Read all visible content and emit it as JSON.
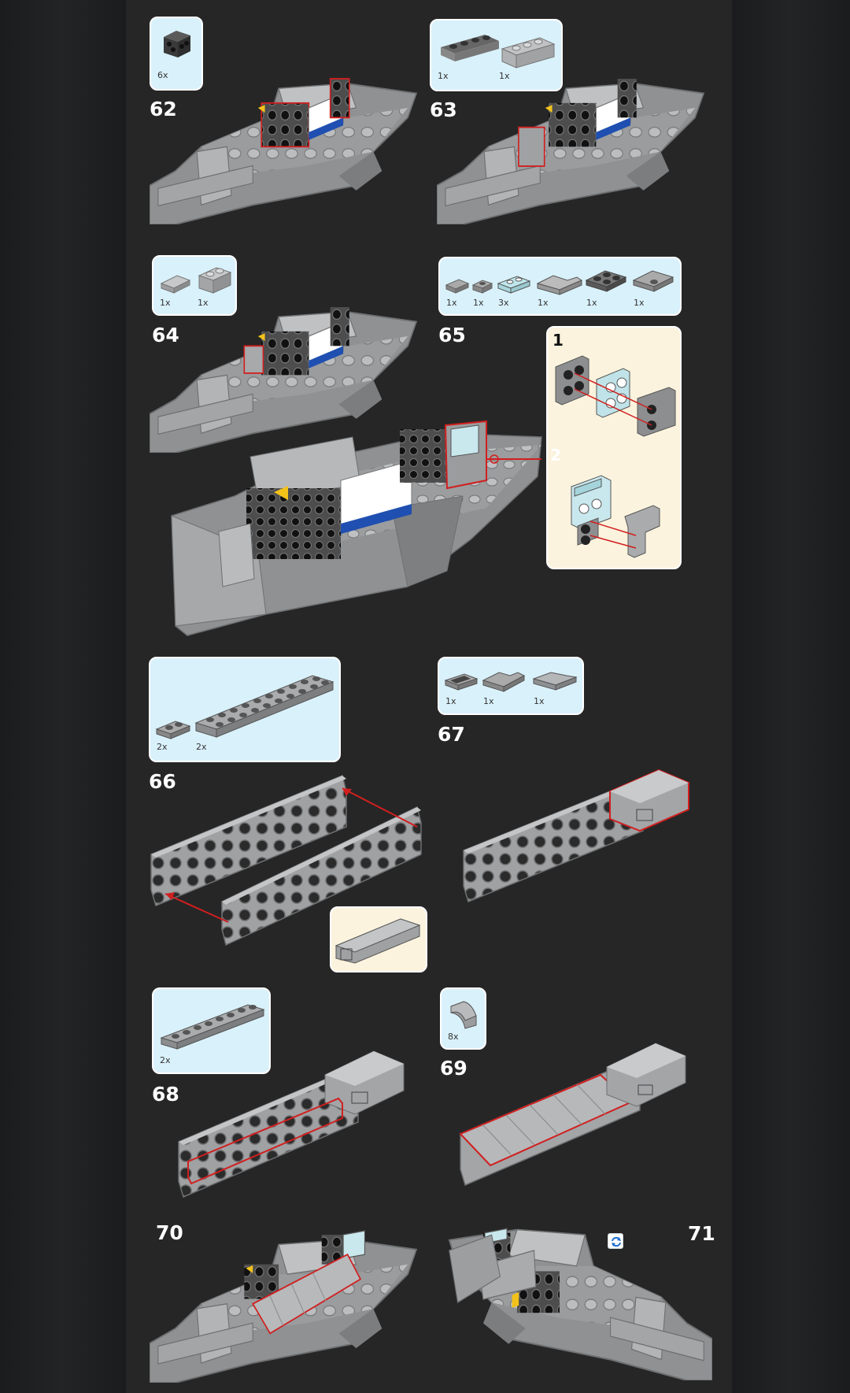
{
  "steps": [
    {
      "number": "62",
      "parts": [
        {
          "count": "6x"
        }
      ]
    },
    {
      "number": "63",
      "parts": [
        {
          "count": "1x"
        },
        {
          "count": "1x"
        }
      ]
    },
    {
      "number": "64",
      "parts": [
        {
          "count": "1x"
        },
        {
          "count": "1x"
        }
      ]
    },
    {
      "number": "65",
      "parts": [
        {
          "count": "1x"
        },
        {
          "count": "1x"
        },
        {
          "count": "3x"
        },
        {
          "count": "1x"
        },
        {
          "count": "1x"
        },
        {
          "count": "1x"
        }
      ],
      "substeps": [
        "1",
        "2"
      ]
    },
    {
      "number": "66",
      "parts": [
        {
          "count": "2x"
        },
        {
          "count": "2x"
        }
      ]
    },
    {
      "number": "67",
      "parts": [
        {
          "count": "1x"
        },
        {
          "count": "1x"
        },
        {
          "count": "1x"
        }
      ]
    },
    {
      "number": "68",
      "parts": [
        {
          "count": "2x"
        }
      ]
    },
    {
      "number": "69",
      "parts": [
        {
          "count": "8x"
        }
      ]
    },
    {
      "number": "70",
      "parts": []
    },
    {
      "number": "71",
      "parts": []
    }
  ],
  "colors": {
    "background": "#262626",
    "parts_panel": "#d9f1fb",
    "sub_panel": "#fbf3de",
    "brick_light": "#a9abad",
    "brick_dark": "#4a4a4a",
    "highlight": "#d11f1f",
    "accent_blue": "#1f4fb0",
    "accent_yellow": "#f2c21b"
  },
  "icons": {
    "rotate": "rotate-icon"
  }
}
